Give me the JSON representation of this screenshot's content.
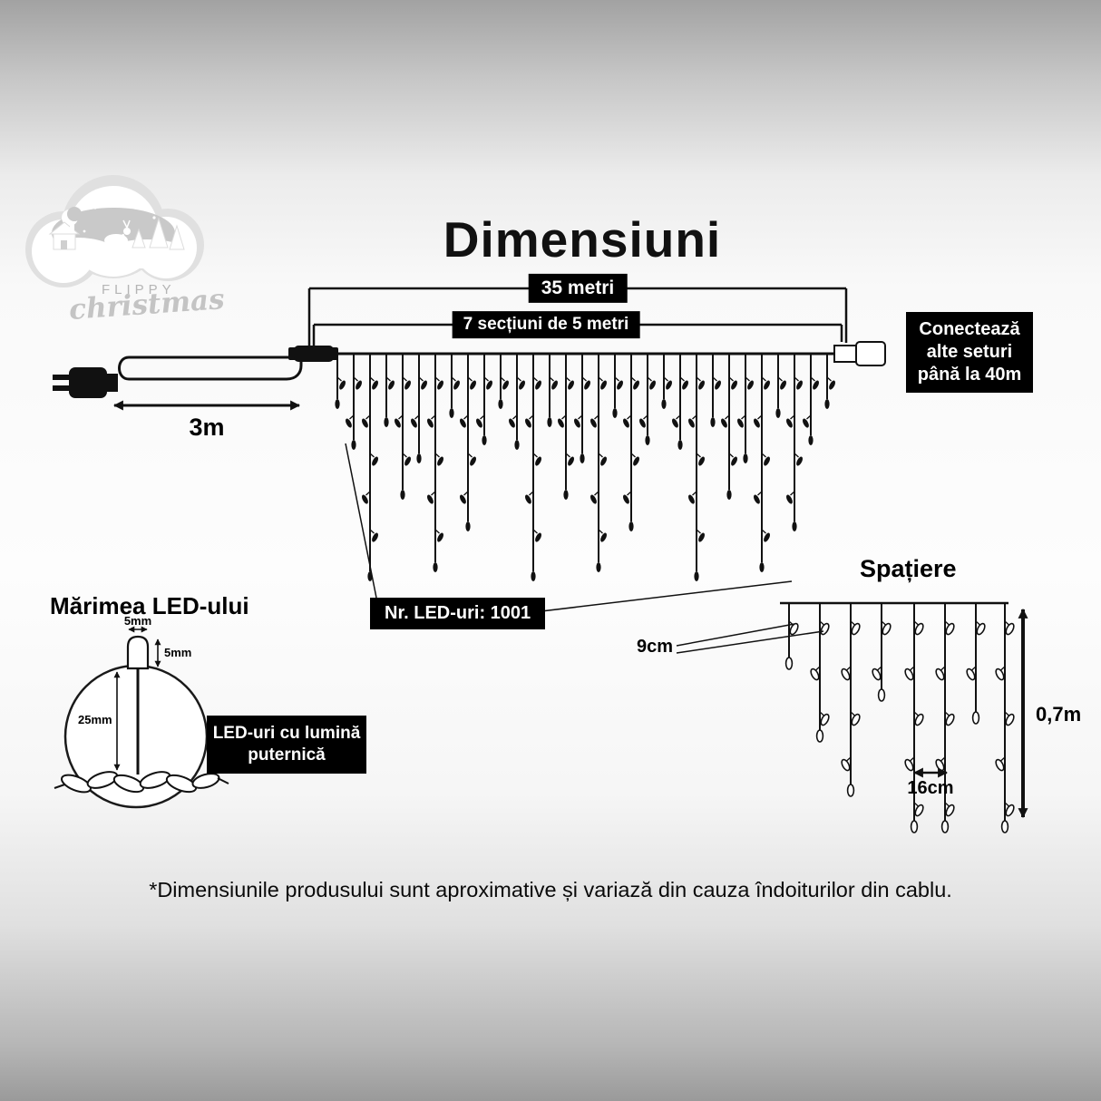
{
  "page": {
    "title": "Dimensiuni",
    "footnote": "*Dimensiunile produsului sunt aproximative și variază din cauza îndoiturilor din cablu."
  },
  "logo": {
    "brand": "FLIPPY",
    "script": "christmas"
  },
  "dimensions": {
    "total_length": "35 metri",
    "sections": "7 secțiuni de 5 metri",
    "lead_length": "3m",
    "connect_note_lines": [
      "Conectează",
      "alte seturi",
      "până la 40m"
    ],
    "led_count": "Nr. LED-uri: 1001"
  },
  "spacing": {
    "title": "Spațiere",
    "bulb_spacing": "9cm",
    "drop_spacing": "16cm",
    "drop_height": "0,7m"
  },
  "led_size": {
    "title": "Mărimea LED-ului",
    "width": "5mm",
    "height": "5mm",
    "length": "25mm",
    "note_lines": [
      "LED-uri cu lumină",
      "puternică"
    ]
  },
  "colors": {
    "label_bg": "#000000",
    "label_text": "#ffffff",
    "line": "#111111"
  }
}
